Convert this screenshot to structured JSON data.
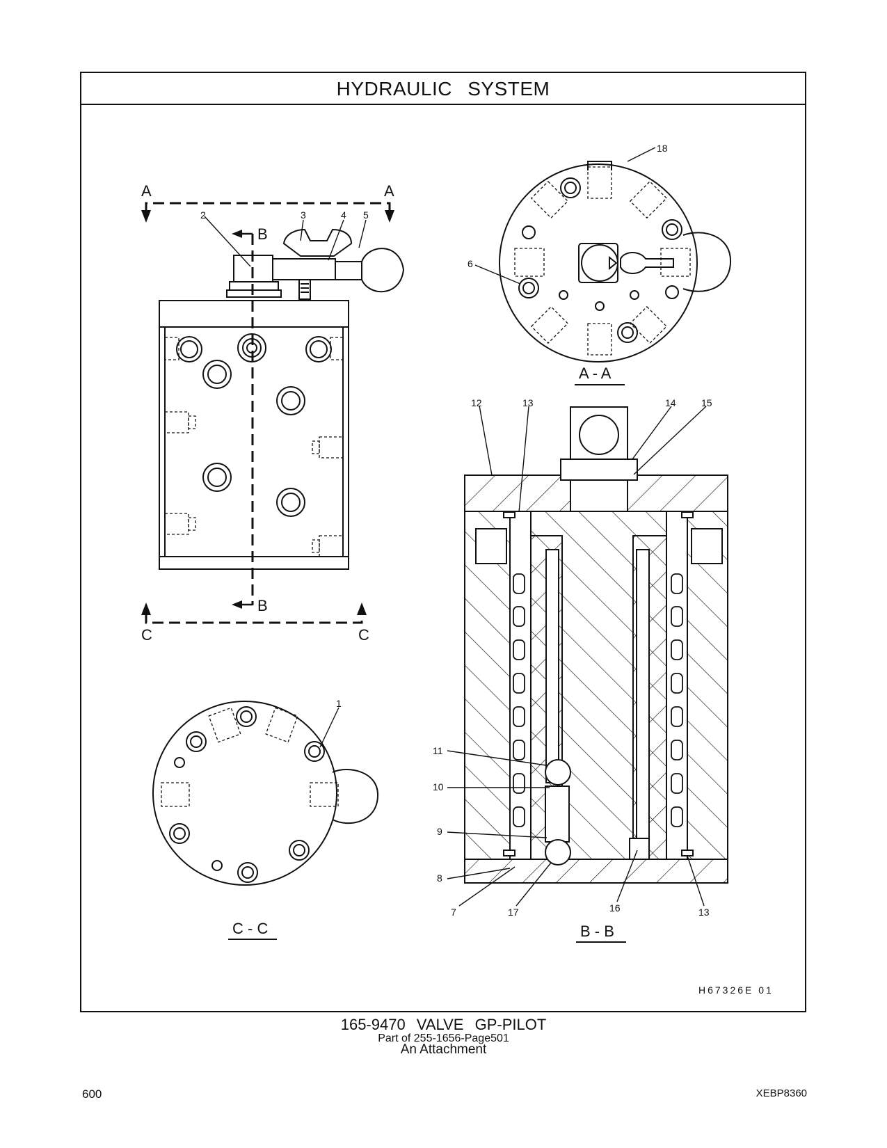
{
  "title": "HYDRAULIC SYSTEM",
  "caption": {
    "part_title": "165-9470 VALVE GP-PILOT",
    "subtitle": "Part of 255-1656-Page501",
    "note": "An Attachment"
  },
  "figure_code": "H67326E 01",
  "footer": {
    "page_number": "600",
    "doc_code": "XEBP8360"
  },
  "section_labels": {
    "a": "A",
    "b": "B",
    "c": "C",
    "aa": "A - A",
    "bb": "B - B",
    "cc": "C - C"
  },
  "callouts": {
    "c1": "1",
    "c2": "2",
    "c3": "3",
    "c4": "4",
    "c5": "5",
    "c6": "6",
    "c7": "7",
    "c8": "8",
    "c9": "9",
    "c10": "10",
    "c11": "11",
    "c12": "12",
    "c13": "13",
    "c13b": "13",
    "c14": "14",
    "c15": "15",
    "c16": "16",
    "c17": "17",
    "c18": "18"
  }
}
